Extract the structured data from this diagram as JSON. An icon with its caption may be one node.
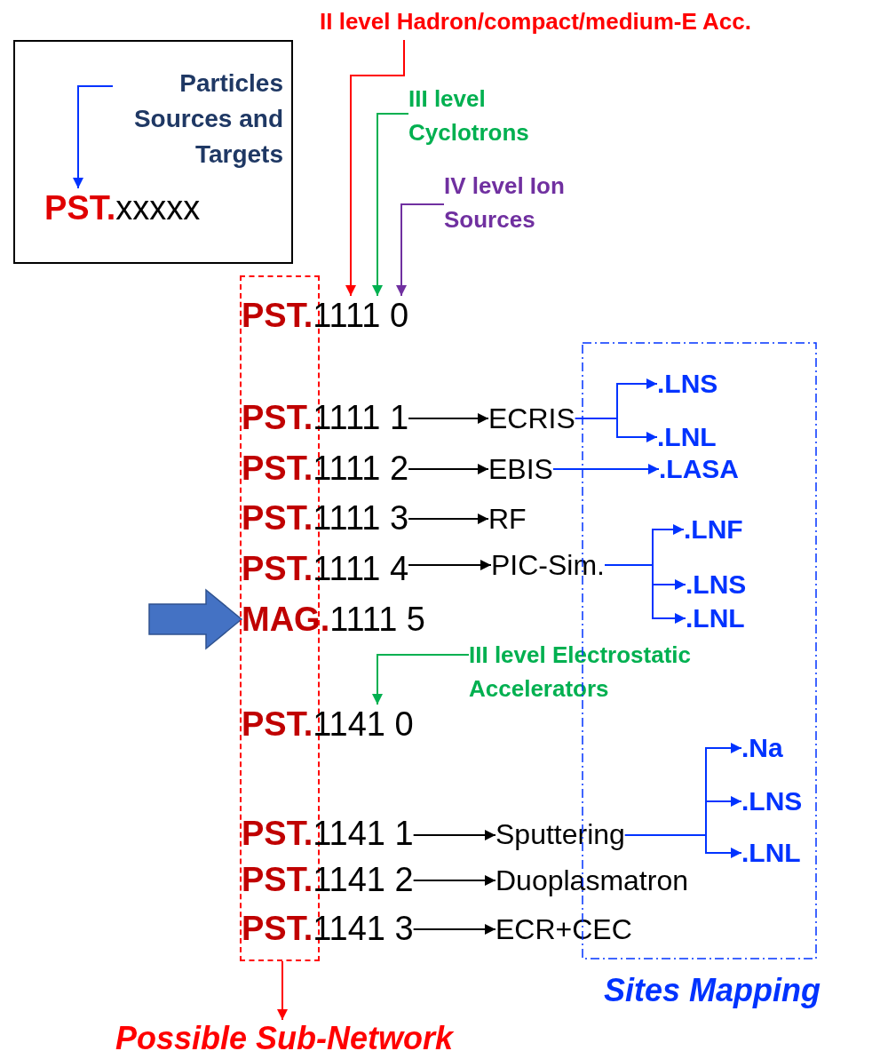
{
  "diagram": {
    "nodes": [
      {
        "text": [
          "II level Hadron/compact/medium-E Acc."
        ]
      },
      {
        "text": [
          "III level Cyclotrons"
        ]
      },
      {
        "text": [
          "IV level Ion Sources"
        ]
      },
      {
        "text": [],
        "shape": "box"
      },
      {
        "text": [
          "Particles Sources and Targets"
        ],
        "in": 3
      },
      {
        "text": [
          "PST.xxxxx"
        ],
        "in": 3
      },
      {
        "text": [],
        "shape": "box"
      },
      {
        "text": [
          "PST.1111 0"
        ]
      },
      {
        "text": [
          "PST.1111 1"
        ]
      },
      {
        "text": [
          "ECRIS"
        ]
      },
      {
        "text": [
          "PST.1111 2"
        ]
      },
      {
        "text": [
          "EBIS"
        ]
      },
      {
        "text": [
          "PST.1111 3"
        ]
      },
      {
        "text": [
          "RF"
        ]
      },
      {
        "text": [
          "PST.1111 4"
        ]
      },
      {
        "text": [
          "PIC-Sim."
        ]
      },
      {
        "text": [
          "MAG.1111 5"
        ]
      },
      {
        "text": [
          "III level Electrostatic Accelerators"
        ]
      },
      {
        "text": [
          "PST.1141 0"
        ]
      },
      {
        "text": [
          "PST.1141 1"
        ]
      },
      {
        "text": [
          "Sputtering"
        ]
      },
      {
        "text": [
          "PST.1141 2"
        ]
      },
      {
        "text": [
          "Duoplasmatron"
        ]
      },
      {
        "text": [
          "PST.1141 3"
        ]
      },
      {
        "text": [
          "ECR+CEC"
        ]
      },
      {
        "text": [
          "Sites Mapping"
        ]
      },
      {
        "text": [
          ".LNS"
        ],
        "in": 25
      },
      {
        "text": [
          ".LNL"
        ],
        "in": 25
      },
      {
        "text": [
          ".LASA"
        ],
        "in": 25
      },
      {
        "text": [
          ".LNF"
        ],
        "in": 25
      },
      {
        "text": [
          ".LNS"
        ],
        "in": 25
      },
      {
        "text": [
          ".LNL"
        ],
        "in": 25
      },
      {
        "text": [
          ".Na"
        ],
        "in": 25
      },
      {
        "text": [
          ".LNS"
        ],
        "in": 25
      },
      {
        "text": [
          ".LNL"
        ],
        "in": 25
      },
      {
        "text": [
          "Possible Sub-Network"
        ]
      }
    ],
    "edges": [
      {
        "from": 0,
        "to": 7,
        "arrow": "to",
        "color": "#ff0000"
      },
      {
        "from": 1,
        "to": 7,
        "arrow": "to",
        "color": "#00b050"
      },
      {
        "from": 2,
        "to": 7,
        "arrow": "to",
        "color": "#7030a0"
      },
      {
        "from": 4,
        "to": 5,
        "arrow": "to"
      },
      {
        "from": 8,
        "to": 9,
        "arrow": "to",
        "color": "#000000"
      },
      {
        "from": 9,
        "to": 26,
        "arrow": "to"
      },
      {
        "from": 9,
        "to": 27,
        "arrow": "to"
      },
      {
        "from": 10,
        "to": 11,
        "arrow": "to",
        "color": "#000000"
      },
      {
        "from": 11,
        "to": 28,
        "arrow": "to"
      },
      {
        "from": 12,
        "to": 13,
        "arrow": "to",
        "color": "#000000"
      },
      {
        "from": 14,
        "to": 15,
        "arrow": "to",
        "color": "#000000"
      },
      {
        "from": 15,
        "to": 29,
        "arrow": "to"
      },
      {
        "from": 15,
        "to": 30,
        "arrow": "to"
      },
      {
        "from": 15,
        "to": 31,
        "arrow": "to"
      },
      {
        "from": null,
        "to": 16,
        "arrow": "to",
        "style": "thick",
        "color": "#4472c4"
      },
      {
        "from": 17,
        "to": 18,
        "arrow": "to",
        "color": "#00b050"
      },
      {
        "from": 19,
        "to": 20,
        "arrow": "to",
        "color": "#000000"
      },
      {
        "from": 20,
        "to": 32,
        "arrow": "to"
      },
      {
        "from": 20,
        "to": 33,
        "arrow": "to"
      },
      {
        "from": 20,
        "to": 34,
        "arrow": "to"
      },
      {
        "from": 21,
        "to": 22,
        "arrow": "to",
        "color": "#000000"
      },
      {
        "from": 23,
        "to": 24,
        "arrow": "to",
        "color": "#000000"
      },
      {
        "from": 6,
        "to": 35,
        "arrow": "to",
        "color": "#ff0000"
      }
    ]
  }
}
